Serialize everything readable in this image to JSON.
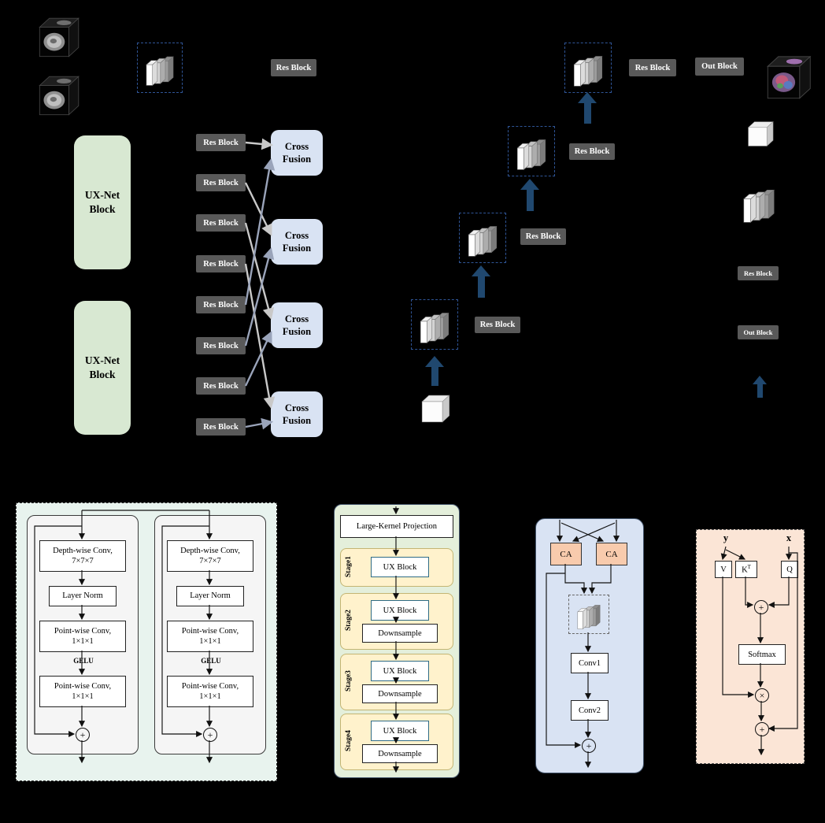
{
  "figure": {
    "main": {
      "res_block": "Res Block",
      "out_block": "Out Block",
      "uxnet_line1": "UX-Net",
      "uxnet_line2": "Block",
      "fusion_line1": "Cross",
      "fusion_line2": "Fusion"
    },
    "uxnet_detail": {
      "dw_line1": "Depth-wise Conv,",
      "dw_line2": "7×7×7",
      "layer_norm": "Layer Norm",
      "pw_line1": "Point-wise Conv,",
      "pw_line2": "1×1×1",
      "gelu": "GELU"
    },
    "encoder_detail": {
      "lkp": "Large-Kernel Projection",
      "stages": [
        "Stage1",
        "Stage2",
        "Stage3",
        "Stage4"
      ],
      "ux_block": "UX Block",
      "downsample": "Downsample"
    },
    "fusion_detail": {
      "ca": "CA",
      "conv1": "Conv1",
      "conv2": "Conv2"
    },
    "ca_detail": {
      "y": "y",
      "x": "x",
      "v": "V",
      "k": "K",
      "k_sup": "T",
      "q": "Q",
      "softmax": "Softmax"
    },
    "ops": {
      "plus": "+",
      "times": "×"
    },
    "icons": {
      "input_volume": "mri-cube-icon",
      "output_segmentation": "segmentation-cube-icon",
      "feature_map": "feature-slab-icon",
      "feature_cube": "feature-cube-icon",
      "upsample_arrow": "up-arrow-icon"
    },
    "colors": {
      "arrow_navy": "#20486f",
      "res_block_bg": "#595959",
      "uxnet_green": "#d8e8d2",
      "fusion_blue": "#d9e3f3",
      "stage_yellow": "#fff2cc",
      "ca_peach": "#f8cbad",
      "panel_peach": "#fbe5d6"
    }
  }
}
